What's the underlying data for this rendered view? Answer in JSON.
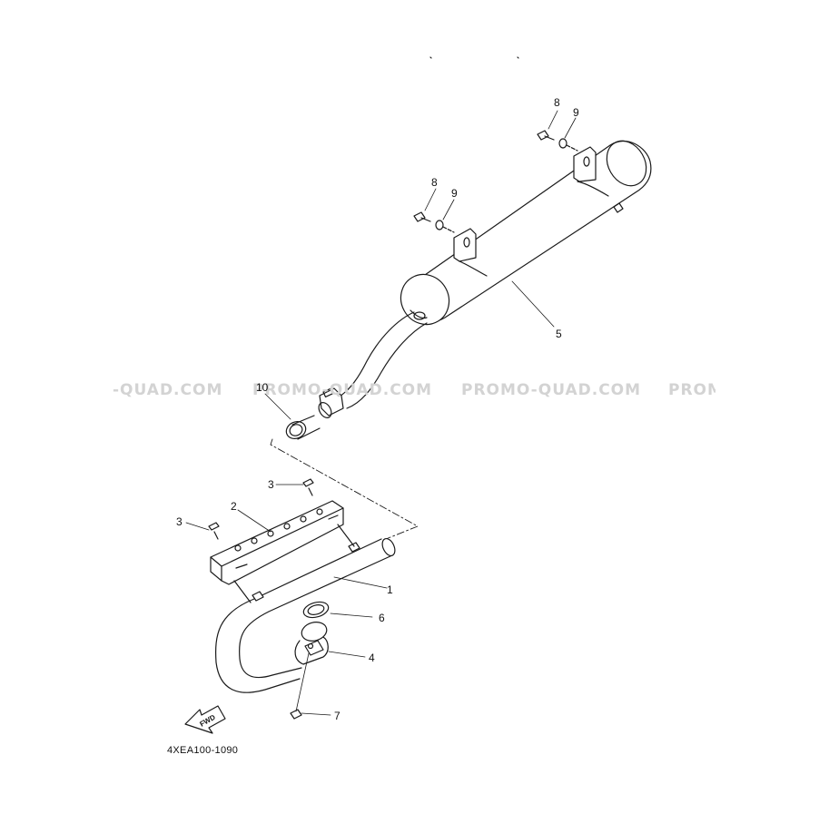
{
  "watermark": {
    "segments": [
      "-QUAD.COM",
      "PROMO-QUAD.COM",
      "PROMO-QUAD.COM",
      "PROMO"
    ]
  },
  "parts": [
    {
      "number": "1"
    },
    {
      "number": "2"
    },
    {
      "number": "3"
    },
    {
      "number": "3"
    },
    {
      "number": "4"
    },
    {
      "number": "5"
    },
    {
      "number": "6"
    },
    {
      "number": "7"
    },
    {
      "number": "8"
    },
    {
      "number": "9"
    },
    {
      "number": "8"
    },
    {
      "number": "9"
    },
    {
      "number": "10"
    }
  ],
  "fwd_label": "FWD",
  "diagram_code": "4XEA100-1090",
  "colors": {
    "line": "#1a1a1a",
    "watermark": "#d3d3d3",
    "background": "#ffffff"
  }
}
